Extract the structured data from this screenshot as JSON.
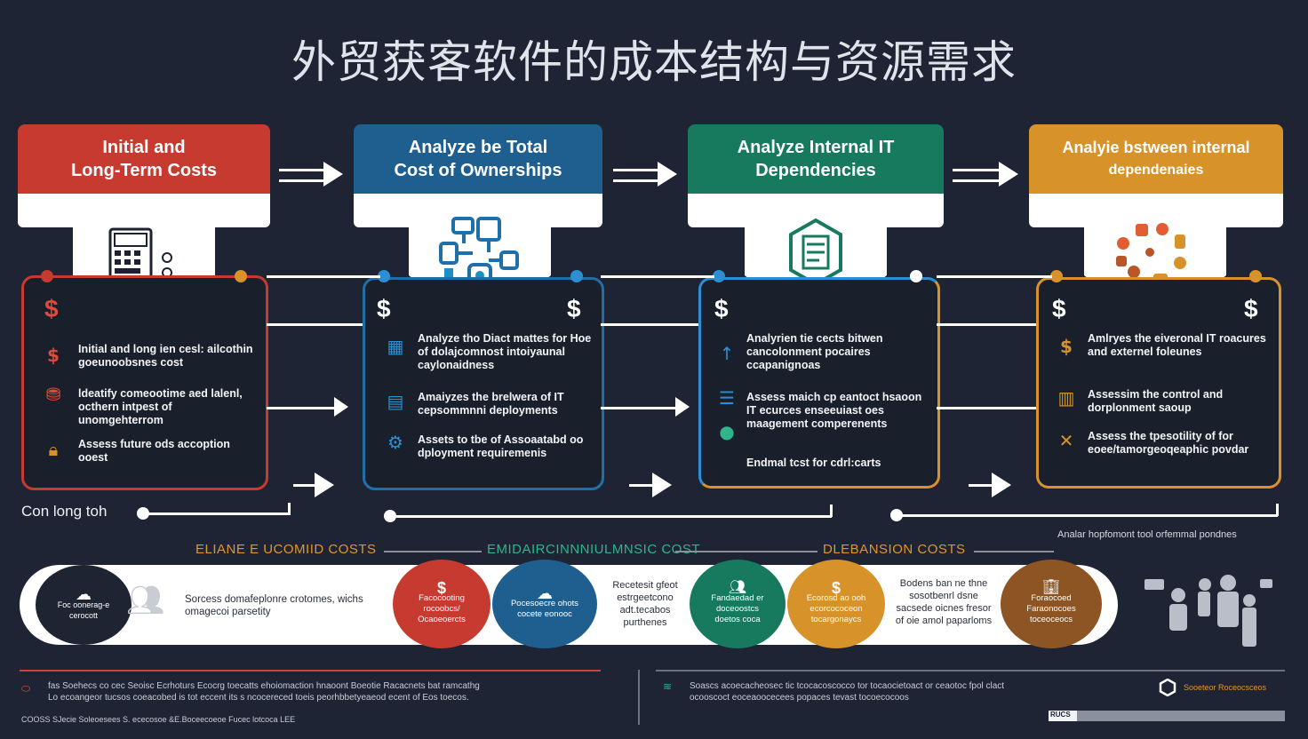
{
  "title": "外贸获客软件的成本结构与资源需求",
  "colors": {
    "red": "#c73a2f",
    "blue": "#1f5f8f",
    "green": "#17795e",
    "orange": "#d8922a",
    "bg": "#1e2434"
  },
  "stages": [
    {
      "title_line1": "Initial and",
      "title_line2": "Long-Term Costs",
      "icon": "calculator-icon",
      "items": [
        {
          "icon": "dollar-icon",
          "text": "Initial and long ien cesl: ailcothin goeunoobsnes cost"
        },
        {
          "icon": "coins-icon",
          "text": "ldeatify comeootime aed lalenl, octhern intpest of unomgehterrom"
        },
        {
          "icon": "lock-icon",
          "text": "Assess future ods accoption ooest"
        }
      ]
    },
    {
      "title_line1": "Analyze be Total",
      "title_line2": "Cost of Ownerships",
      "icon": "network-icon",
      "items": [
        {
          "icon": "grid-icon",
          "text": "Analyze tho Diact mattes for Hoe of dolajcomnost intoiyaunal caylonaidness"
        },
        {
          "icon": "document-icon",
          "text": "Amaiyzes the brelwera of IT cepsommnni deployments"
        },
        {
          "icon": "gear-icon",
          "text": "Assets to tbe of Assoaatabd oo dployment requiremenis"
        }
      ]
    },
    {
      "title_line1": "Analyze Internal IT",
      "title_line2": "Dependencies",
      "icon": "server-icon",
      "items": [
        {
          "icon": "arrow-up-icon",
          "text": "Analyrien tie cects bitwen cancolonment pocaires ccapanignoas"
        },
        {
          "icon": "database-icon",
          "text": "Assess maich cp eantoct hsaoon IT ecurces enseeuiast oes maagement comperenents"
        },
        {
          "icon": "none",
          "text": "Endmal tcst for cdrl:carts"
        }
      ]
    },
    {
      "title_line1": "Analyie bstween internal",
      "title_line2": "dependenaies",
      "icon": "puzzle-icon",
      "items": [
        {
          "icon": "dollar-icon",
          "text": "Amlryes the eiveronal IT roacures and externel foleunes"
        },
        {
          "icon": "chart-icon",
          "text": "Assessim the control and dorplonment saoup"
        },
        {
          "icon": "close-icon",
          "text": "Assess the tpesotility of for eoee/tamorgeoqeaphic povdar"
        }
      ]
    }
  ],
  "left_label": "Con long toh",
  "right_note": "Analar hopfomont tool orfemmal pondnes",
  "sections": [
    {
      "label": "ELIANE E UCOMIID COSTS",
      "color": "#e0952c"
    },
    {
      "label": "EMIDAIRCINNNIULMNSIC COST",
      "color": "#2fb48b"
    },
    {
      "label": "DLEBANSION COSTS",
      "color": "#e0952c"
    }
  ],
  "bottom_nodes": [
    {
      "text": "Foc oonerag-e cerocott",
      "color": "#1f2433",
      "icon": "cloud-icon"
    },
    {
      "text": "Facocooting rocoobcs/ Ocaoeoercts",
      "color": "#c73a2f",
      "icon": "dollar-icon"
    },
    {
      "text": "Pocesoecre ohots cocete eonooc",
      "color": "#1f5f8f",
      "icon": "cloud-icon"
    },
    {
      "text": "Fandaedad er doceoostcs doetos coca",
      "color": "#17795e",
      "icon": "people-icon"
    },
    {
      "text": "Ecorosd ao ooh ecorcococeon tocargonaycs",
      "color": "#d8922a",
      "icon": "dollar-icon"
    },
    {
      "text": "Foraocoed Faraonocoes toceoceocs",
      "color": "#8c5523",
      "icon": "building-icon"
    }
  ],
  "bottom_texts": [
    "Sorcess domafeplonre crotomes, wichs omagecoi parsetity",
    "Recetesit gfeot estrgeetcono adt.tecabos purthenes",
    "Bodens ban ne thne sosotbenrl dsne sacsede oicnes fresor of oie amol paparloms"
  ],
  "footer": {
    "left_line1": "fas Soehecs co cec Seoisc Ecrhoturs Ecocrg toecatts ehoiomaction hnaoont Boeotie Racacnets bat ramcathg",
    "left_line2": "Lo ecoangeor tucsos coeacobed is tot eccent its s ncocereced toeis peorhbbetyeaeod ecent of Eos toecos.",
    "left_line3": "COOSS SJecie Soleoesees S. ececosoe &E.Boceecoeoe Fucec lotcoca LEE",
    "right_line1": "Soascs acoecacheosec tic tcocacoscocco tor tocaocietoact or ceaotoc fpol clact",
    "right_line2": "ocooscoct eoceaoocecees popaces tevast tocoecocoos",
    "right_badge": "Sooeteor Roceocsceos",
    "progress_label": "RUCS",
    "progress": 0.12
  }
}
